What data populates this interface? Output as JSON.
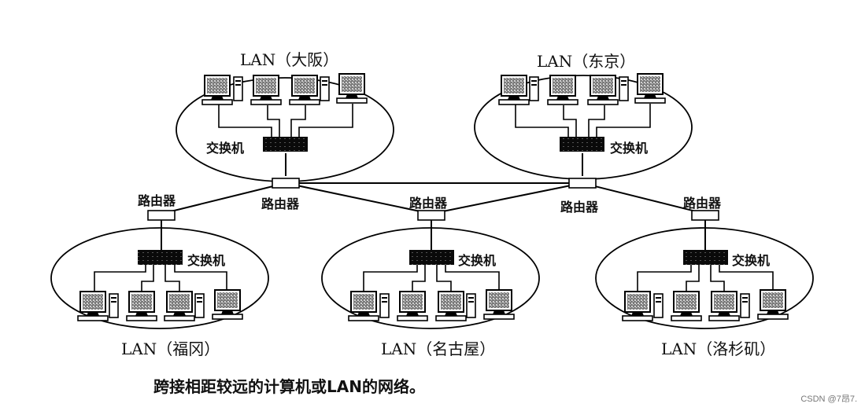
{
  "lans": {
    "osaka": "LAN（大阪）",
    "tokyo": "LAN（东京）",
    "fukuoka": "LAN（福冈）",
    "nagoya": "LAN（名古屋）",
    "la": "LAN（洛杉矶）"
  },
  "labels": {
    "router": "路由器",
    "switch": "交换机"
  },
  "caption": "跨接相距较远的计算机或LAN的网络。",
  "watermark": "CSDN @7昂7."
}
